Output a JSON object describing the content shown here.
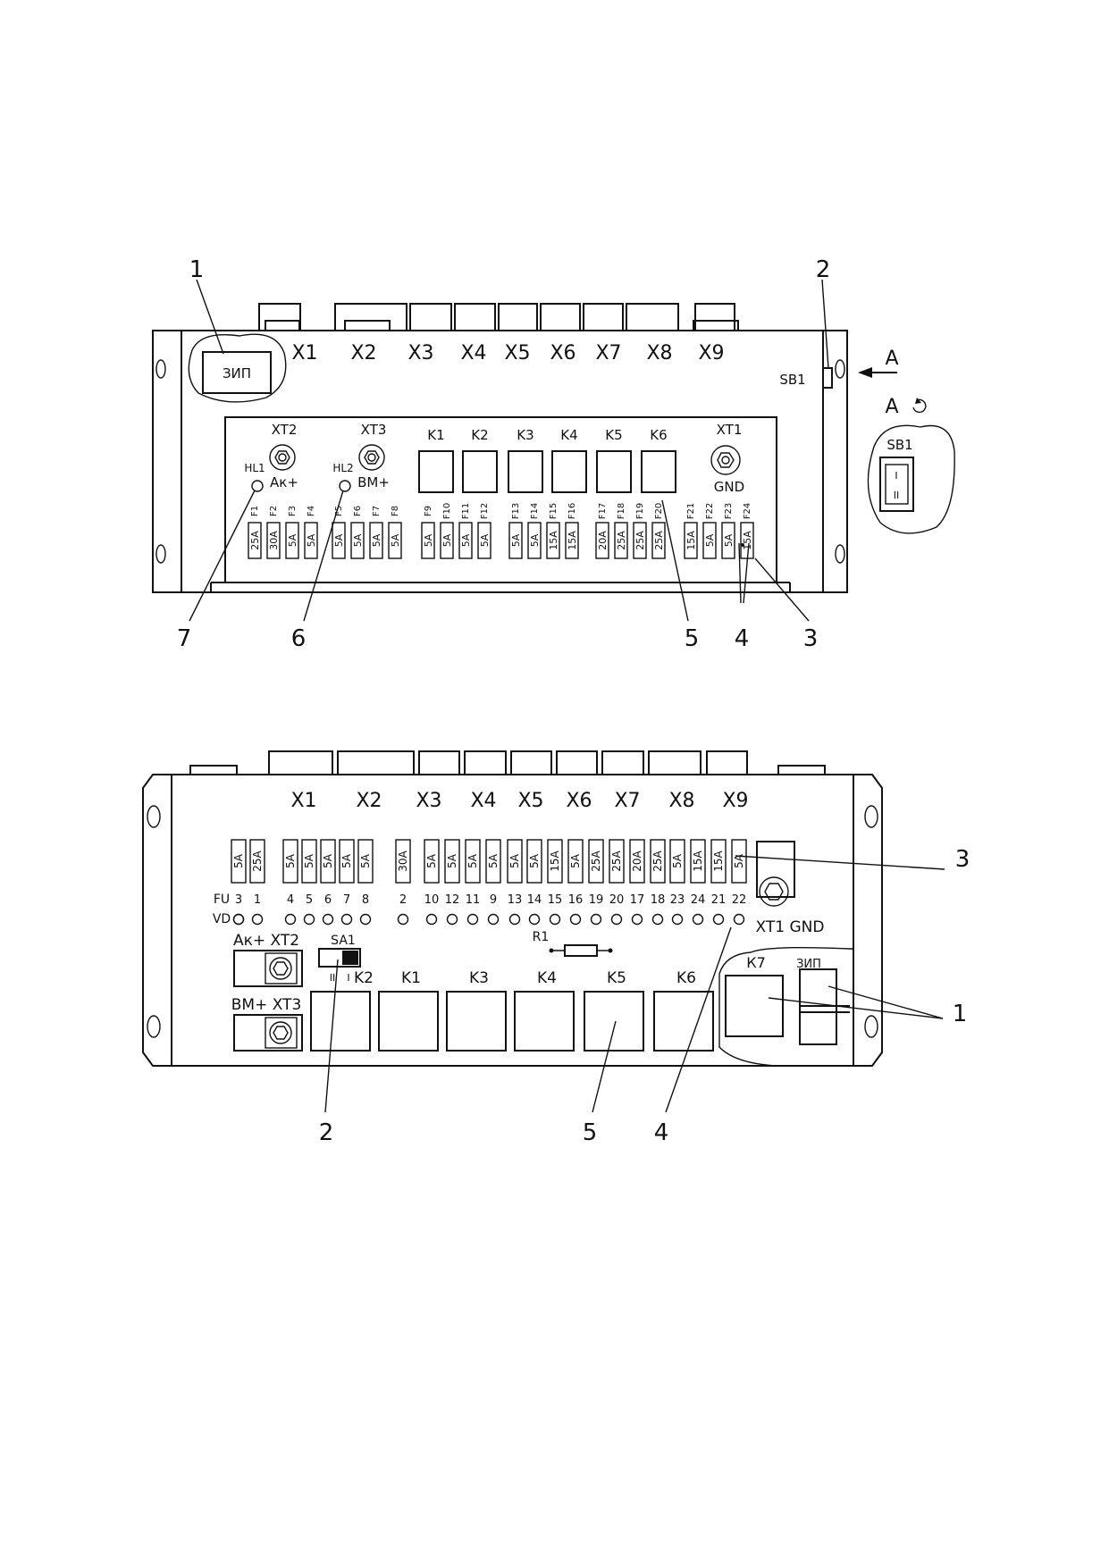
{
  "top_view": {
    "connectors": [
      "X1",
      "X2",
      "X3",
      "X4",
      "X5",
      "X6",
      "X7",
      "X8",
      "X9"
    ],
    "zip_label": "ЗИП",
    "sb1_label": "SB1",
    "arrow_label": "A",
    "view_label": "A",
    "inset_label": "SB1",
    "switch_marks": [
      "I",
      "II"
    ],
    "terminals": [
      {
        "name": "XT2",
        "sub": "Ак+"
      },
      {
        "name": "XT3",
        "sub": "ВМ+"
      },
      {
        "name": "XT1",
        "sub": "GND"
      }
    ],
    "lamps": [
      "HL1",
      "HL2"
    ],
    "relays": [
      "K1",
      "K2",
      "K3",
      "K4",
      "K5",
      "K6"
    ],
    "fuses": [
      {
        "id": "F1",
        "rating": "25A"
      },
      {
        "id": "F2",
        "rating": "30A"
      },
      {
        "id": "F3",
        "rating": "5A"
      },
      {
        "id": "F4",
        "rating": "5A"
      },
      {
        "id": "F5",
        "rating": "5A"
      },
      {
        "id": "F6",
        "rating": "5A"
      },
      {
        "id": "F7",
        "rating": "5A"
      },
      {
        "id": "F8",
        "rating": "5A"
      },
      {
        "id": "F9",
        "rating": "5A"
      },
      {
        "id": "F10",
        "rating": "5A"
      },
      {
        "id": "F11",
        "rating": "5A"
      },
      {
        "id": "F12",
        "rating": "5A"
      },
      {
        "id": "F13",
        "rating": "5A"
      },
      {
        "id": "F14",
        "rating": "5A"
      },
      {
        "id": "F15",
        "rating": "15A"
      },
      {
        "id": "F16",
        "rating": "15A"
      },
      {
        "id": "F17",
        "rating": "20A"
      },
      {
        "id": "F18",
        "rating": "25A"
      },
      {
        "id": "F19",
        "rating": "25A"
      },
      {
        "id": "F20",
        "rating": "25A"
      },
      {
        "id": "F21",
        "rating": "15A"
      },
      {
        "id": "F22",
        "rating": "5A"
      },
      {
        "id": "F23",
        "rating": "5A"
      },
      {
        "id": "F24",
        "rating": "15A"
      }
    ],
    "callouts": [
      "1",
      "2",
      "7",
      "6",
      "5",
      "4",
      "3"
    ]
  },
  "bottom_view": {
    "connectors": [
      "X1",
      "X2",
      "X3",
      "X4",
      "X5",
      "X6",
      "X7",
      "X8",
      "X9"
    ],
    "fuse_ratings": [
      "5A",
      "25A",
      "5A",
      "5A",
      "5A",
      "5A",
      "5A",
      "30A",
      "5A",
      "5A",
      "5A",
      "5A",
      "5A",
      "5A",
      "15A",
      "5A",
      "25A",
      "25A",
      "20A",
      "25A",
      "5A",
      "15A",
      "15A",
      "5A"
    ],
    "fu_label": "FU",
    "fu_numbers": [
      "3",
      "1",
      "4",
      "5",
      "6",
      "7",
      "8",
      "2",
      "10",
      "12",
      "11",
      "9",
      "13",
      "14",
      "15",
      "16",
      "19",
      "20",
      "17",
      "18",
      "23",
      "24",
      "21",
      "22"
    ],
    "vd_label": "VD",
    "xt1_label": "XT1 GND",
    "r1_label": "R1",
    "sa1_label": "SA1",
    "sa1_marks": [
      "II",
      "I"
    ],
    "xt2_label": "Ак+ XT2",
    "xt3_label": "ВМ+ XT3",
    "relays": [
      "K2",
      "K1",
      "K3",
      "K4",
      "K5",
      "K6"
    ],
    "k7_label": "К7",
    "zip_label": "ЗИП",
    "callouts": [
      "3",
      "1",
      "2",
      "5",
      "4"
    ]
  }
}
